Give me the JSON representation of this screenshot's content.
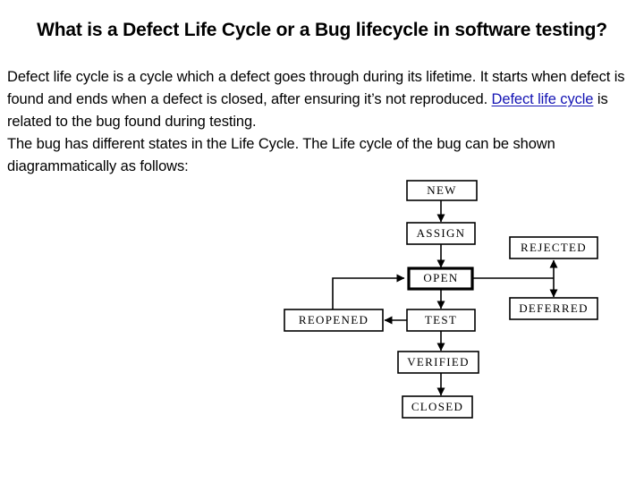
{
  "page": {
    "title": "What is a Defect Life Cycle or a Bug lifecycle in software testing?",
    "background_color": "#ffffff",
    "text_color": "#000000",
    "link_color": "#1414b4"
  },
  "body": {
    "paragraph_1_part_1": "Defect life cycle is a cycle which a defect goes through during its lifetime. It starts when defect is found and ends when a defect is closed, after ensuring it’s not reproduced. ",
    "link_text": "Defect life cycle",
    "paragraph_1_part_2": " is related to the bug found during testing.",
    "paragraph_2": "The bug has different states in the Life Cycle. The Life cycle of the bug can be shown diagrammatically as follows:"
  },
  "diagram": {
    "name": "defect-life-cycle-flowchart",
    "nodes": [
      {
        "id": "new",
        "label": "NEW"
      },
      {
        "id": "assign",
        "label": "ASSIGN"
      },
      {
        "id": "open",
        "label": "OPEN"
      },
      {
        "id": "rejected",
        "label": "REJECTED"
      },
      {
        "id": "deferred",
        "label": "DEFERRED"
      },
      {
        "id": "reopened",
        "label": "REOPENED"
      },
      {
        "id": "test",
        "label": "TEST"
      },
      {
        "id": "verified",
        "label": "VERIFIED"
      },
      {
        "id": "closed",
        "label": "CLOSED"
      }
    ],
    "edges": [
      {
        "from": "new",
        "to": "assign",
        "direction": "down"
      },
      {
        "from": "assign",
        "to": "open",
        "direction": "down"
      },
      {
        "from": "open",
        "to": "rejected",
        "direction": "up"
      },
      {
        "from": "open",
        "to": "deferred",
        "direction": "down"
      },
      {
        "from": "open",
        "to": "test",
        "direction": "down"
      },
      {
        "from": "test",
        "to": "reopened",
        "direction": "left"
      },
      {
        "from": "reopened",
        "to": "open",
        "direction": "right"
      },
      {
        "from": "test",
        "to": "verified",
        "direction": "down"
      },
      {
        "from": "verified",
        "to": "closed",
        "direction": "down"
      }
    ]
  }
}
